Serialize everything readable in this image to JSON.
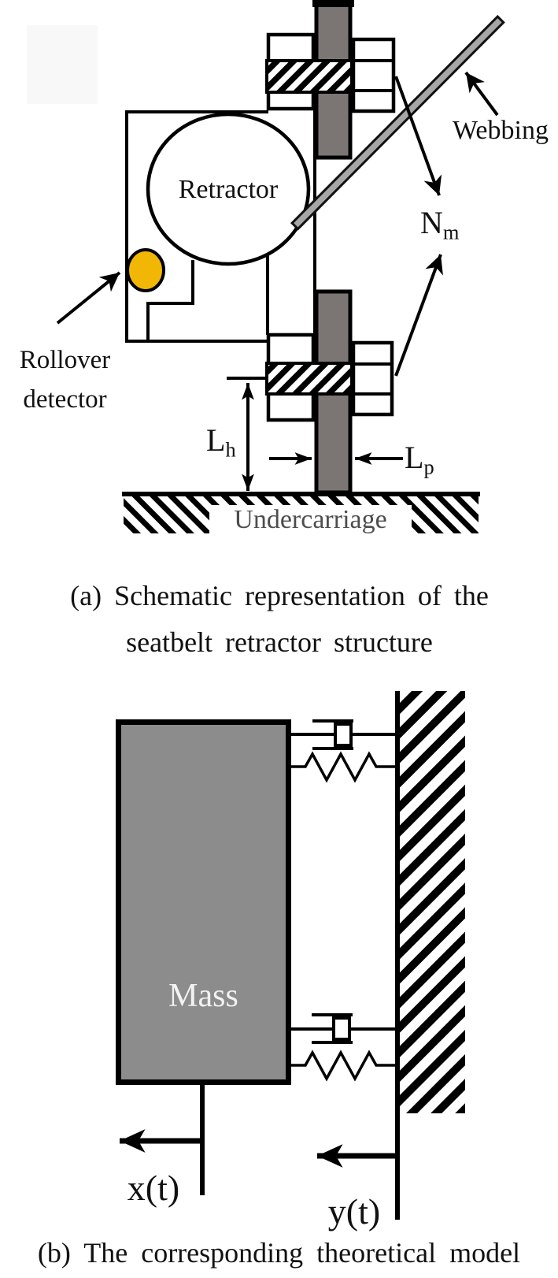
{
  "figure": {
    "panel_a": {
      "caption_line1": "(a) Schematic representation of the",
      "caption_line2": "seatbelt retractor structure",
      "labels": {
        "retractor": "Retractor",
        "rollover_line1": "Rollover",
        "rollover_line2": "detector",
        "webbing": "Webbing",
        "nut_symbol": "N",
        "nut_subscript": "m",
        "height_symbol": "L",
        "height_subscript": "h",
        "pillar_symbol": "L",
        "pillar_subscript": "p",
        "undercarriage": "Undercarriage"
      },
      "colors": {
        "pillar": "#7b7674",
        "detector": "#f2b705",
        "webbing": "#a6a6a6"
      }
    },
    "panel_b": {
      "caption": "(b) The corresponding theoretical model",
      "labels": {
        "mass": "Mass",
        "mass_displacement": "x(t)",
        "base_displacement": "y(t)"
      },
      "colors": {
        "mass": "#8c8c8c"
      }
    }
  }
}
